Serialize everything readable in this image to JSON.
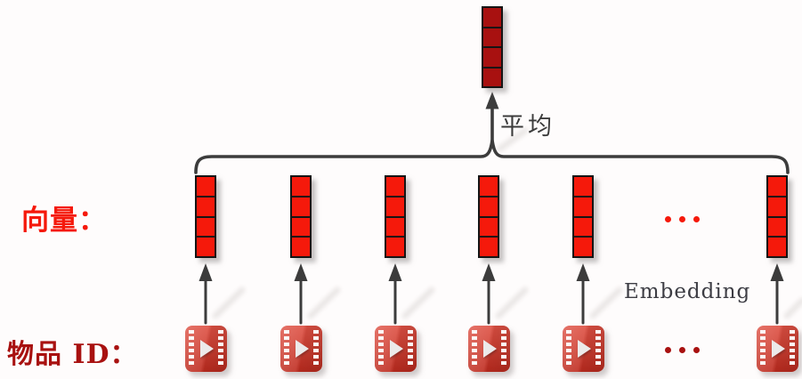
{
  "labels": {
    "average": "平均",
    "vector_row": "向量：",
    "item_row": "物品 ID：",
    "embedding": "Embedding"
  },
  "diagram": {
    "type": "embedding-average-diagram",
    "vector_count": 6,
    "item_count": 6,
    "cells_per_vector": 4,
    "has_ellipsis_between_last_columns": true,
    "description_flow": [
      "物品 ID",
      "Embedding",
      "向量",
      "平均",
      "pooled vector"
    ]
  },
  "icons": {
    "item": "video-clip-icon",
    "vector_ellipsis": "ellipsis-dots",
    "item_ellipsis": "ellipsis-dots"
  },
  "colors": {
    "background": "#FEFCFC",
    "bright-red": "#F5190B",
    "dark-red": "#A81110",
    "connector": "#3C3C3C",
    "text-gray": "#3D3D44",
    "cell-border": "#151515",
    "icon-red-light": "#DE5043",
    "icon-red-mid": "#D04033",
    "icon-red-dark": "#BE2B1F"
  }
}
